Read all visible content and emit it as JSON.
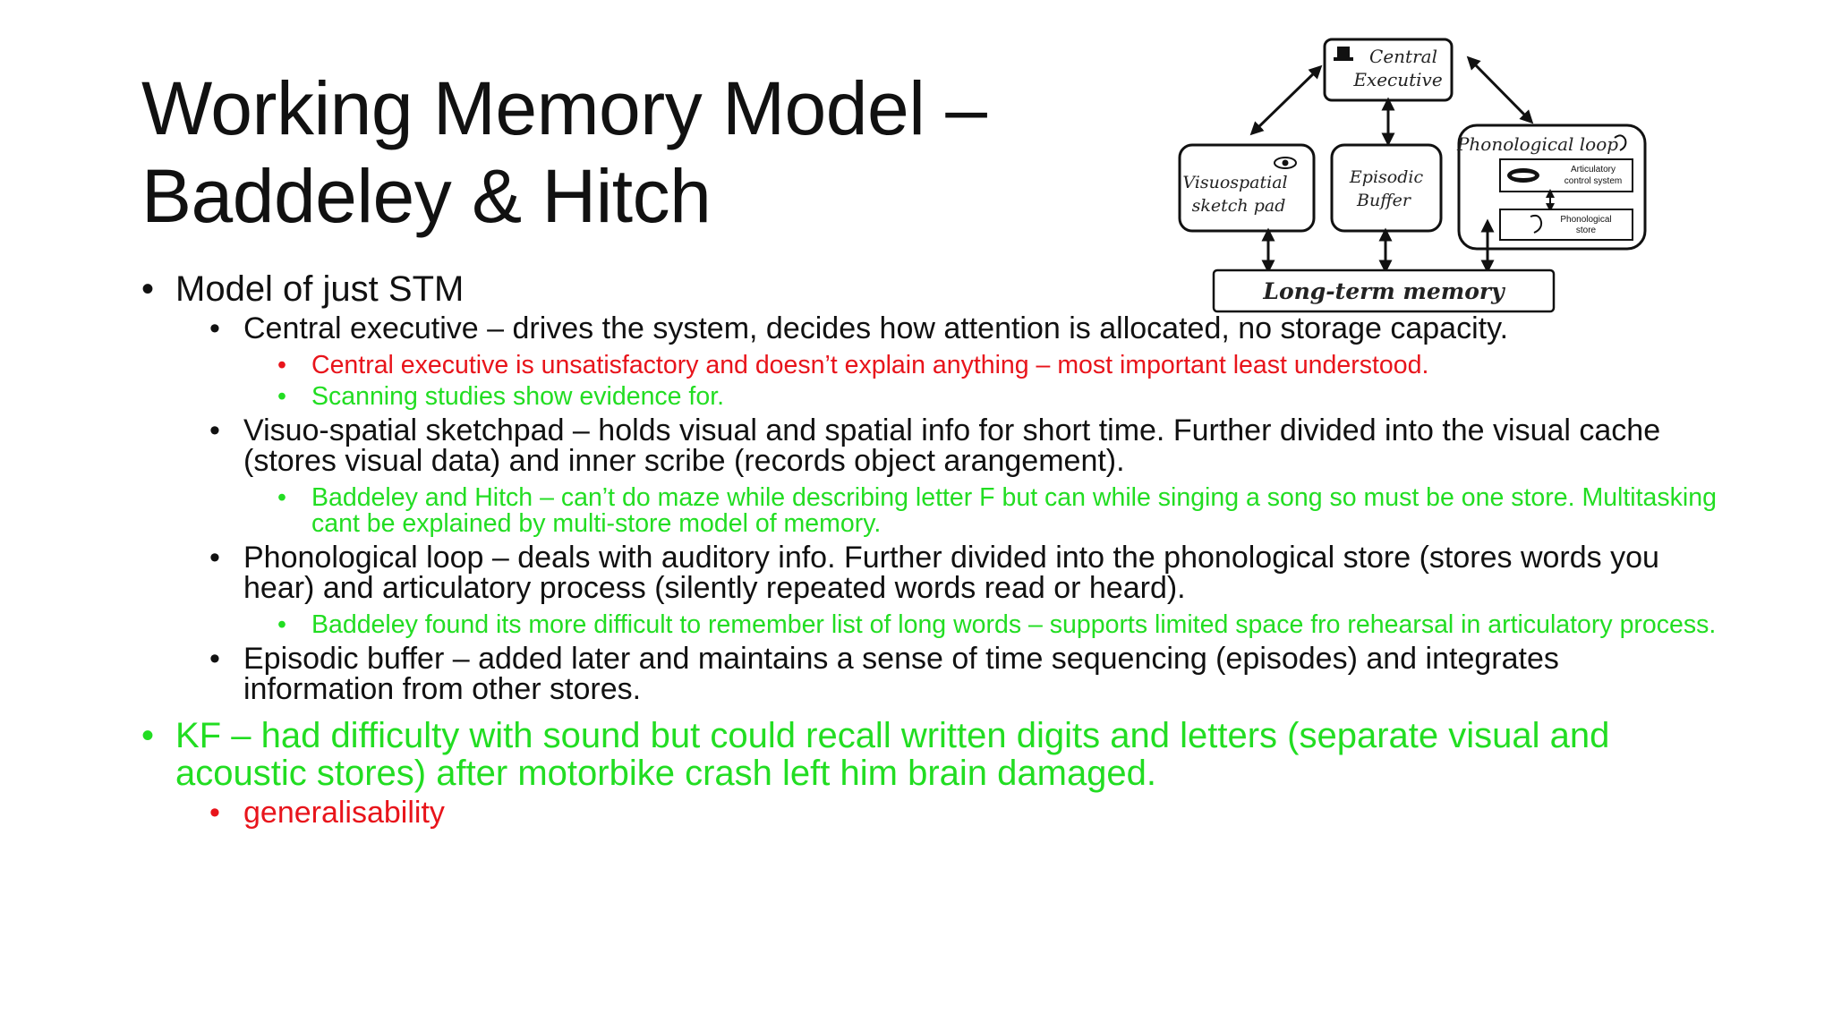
{
  "slide": {
    "title_line1": "Working Memory Model –",
    "title_line2": "Baddeley & Hitch",
    "bullet_symbol": "•"
  },
  "diagram": {
    "central_executive_1": "Central",
    "central_executive_2": "Executive",
    "visuospatial_1": "Visuospatial",
    "visuospatial_2": "sketch pad",
    "episodic_1": "Episodic",
    "episodic_2": "Buffer",
    "phonological_loop": "Phonological loop",
    "articulatory_1": "Articulatory",
    "articulatory_2": "control system",
    "phon_store_1": "Phonological",
    "phon_store_2": "store",
    "long_term": "Long-term memory"
  },
  "bullets": [
    {
      "level": 1,
      "color": "#111111",
      "text": "Model of just STM"
    },
    {
      "level": 2,
      "color": "#111111",
      "text": "Central executive – drives the system, decides how attention is allocated, no storage capacity."
    },
    {
      "level": 3,
      "color": "#e8141b",
      "text": "Central executive is unsatisfactory and doesn’t explain anything – most important least understood."
    },
    {
      "level": 3,
      "color": "#22dd22",
      "text": "Scanning studies show evidence for."
    },
    {
      "level": 2,
      "color": "#111111",
      "text": "Visuo-spatial sketchpad – holds visual and spatial info for short time. Further divided into the visual cache (stores visual data) and inner scribe (records object arangement)."
    },
    {
      "level": 3,
      "color": "#22dd22",
      "text": "Baddeley and Hitch – can’t do maze while describing letter F but can while singing a song so must be one store. Multitasking cant be explained by multi-store model of memory."
    },
    {
      "level": 2,
      "color": "#111111",
      "text": "Phonological loop – deals with auditory info. Further divided into the phonological store (stores words you hear) and articulatory process (silently repeated words read or heard)."
    },
    {
      "level": 3,
      "color": "#22dd22",
      "text": "Baddeley found its more difficult to remember list of long words – supports limited space fro rehearsal in articulatory process."
    },
    {
      "level": 2,
      "color": "#111111",
      "text": "Episodic buffer – added later and maintains a sense of time sequencing (episodes) and integrates information from other stores."
    },
    {
      "level": 1,
      "color": "#22dd22",
      "text": "KF – had difficulty with sound but could recall written digits and letters (separate visual and acoustic stores) after motorbike crash left him brain damaged."
    },
    {
      "level": 2,
      "color": "#e8141b",
      "text": "generalisability"
    }
  ]
}
